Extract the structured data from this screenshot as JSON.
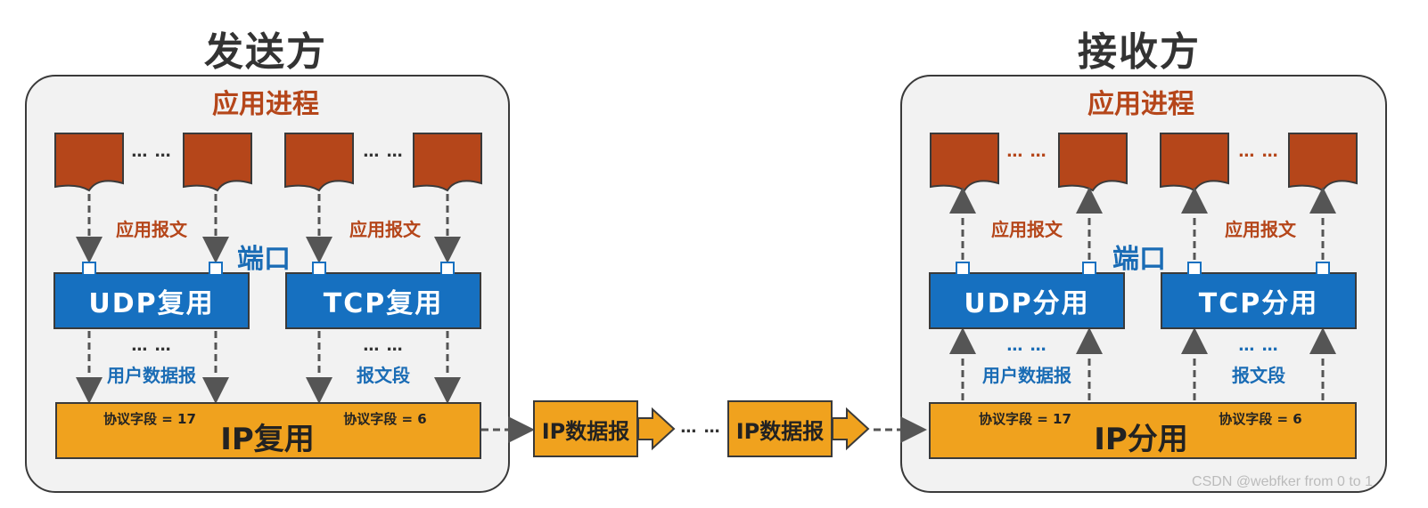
{
  "sender": {
    "title": "发送方",
    "app_process": "应用进程",
    "left_app_msg": "应用报文",
    "right_app_msg": "应用报文",
    "port_label": "端口",
    "udp_label": "UDP复用",
    "tcp_label": "TCP复用",
    "udp_dots": "… …",
    "tcp_dots": "… …",
    "udp_datagram": "用户数据报",
    "tcp_segment": "报文段",
    "ip_label": "IP复用",
    "proto_left": "协议字段 = 17",
    "proto_right": "协议字段 = 6",
    "proc_dots_left": "… …",
    "proc_dots_right": "… …"
  },
  "receiver": {
    "title": "接收方",
    "app_process": "应用进程",
    "left_app_msg": "应用报文",
    "right_app_msg": "应用报文",
    "port_label": "端口",
    "udp_label": "UDP分用",
    "tcp_label": "TCP分用",
    "udp_dots": "… …",
    "tcp_dots": "… …",
    "udp_datagram": "用户数据报",
    "tcp_segment": "报文段",
    "ip_label": "IP分用",
    "proto_left": "协议字段 = 17",
    "proto_right": "协议字段 = 6",
    "proc_dots_left": "… …",
    "proc_dots_right": "… …"
  },
  "transit": {
    "datagram_1": "IP数据报",
    "datagram_2": "IP数据报",
    "dots": "… …"
  },
  "watermark": "CSDN @webfker from 0 to 1",
  "colors": {
    "process": "#b5461a",
    "mux": "#1670c0",
    "ip": "#f0a21e",
    "panel": "#f2f2f2"
  }
}
